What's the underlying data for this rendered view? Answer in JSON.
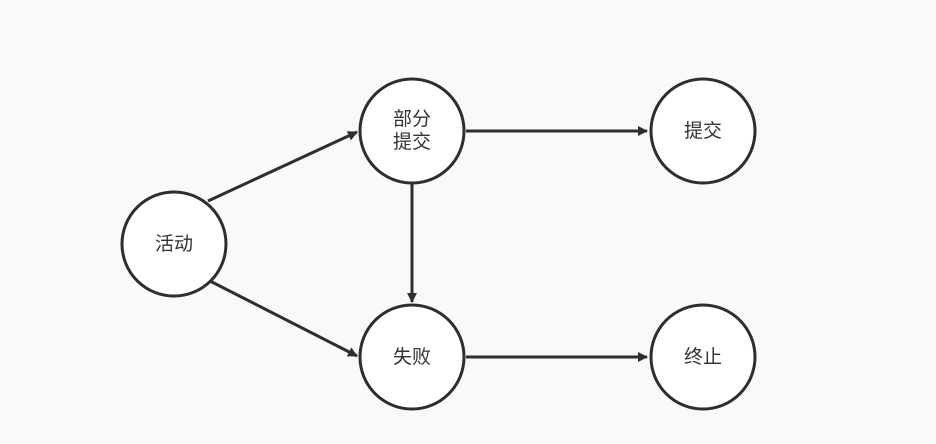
{
  "diagram": {
    "nodes": [
      {
        "id": "active",
        "lines": [
          "活动"
        ]
      },
      {
        "id": "partial-commit",
        "lines": [
          "部分",
          "提交"
        ]
      },
      {
        "id": "commit",
        "lines": [
          "提交"
        ]
      },
      {
        "id": "failed",
        "lines": [
          "失败"
        ]
      },
      {
        "id": "aborted",
        "lines": [
          "终止"
        ]
      }
    ],
    "edges": [
      {
        "from": "active",
        "to": "partial-commit"
      },
      {
        "from": "active",
        "to": "failed"
      },
      {
        "from": "partial-commit",
        "to": "commit"
      },
      {
        "from": "partial-commit",
        "to": "failed"
      },
      {
        "from": "failed",
        "to": "aborted"
      }
    ],
    "colors": {
      "stroke": "#2e2e2e",
      "fill": "#ffffff",
      "text": "#333333",
      "background": "#f9f9f9"
    }
  }
}
